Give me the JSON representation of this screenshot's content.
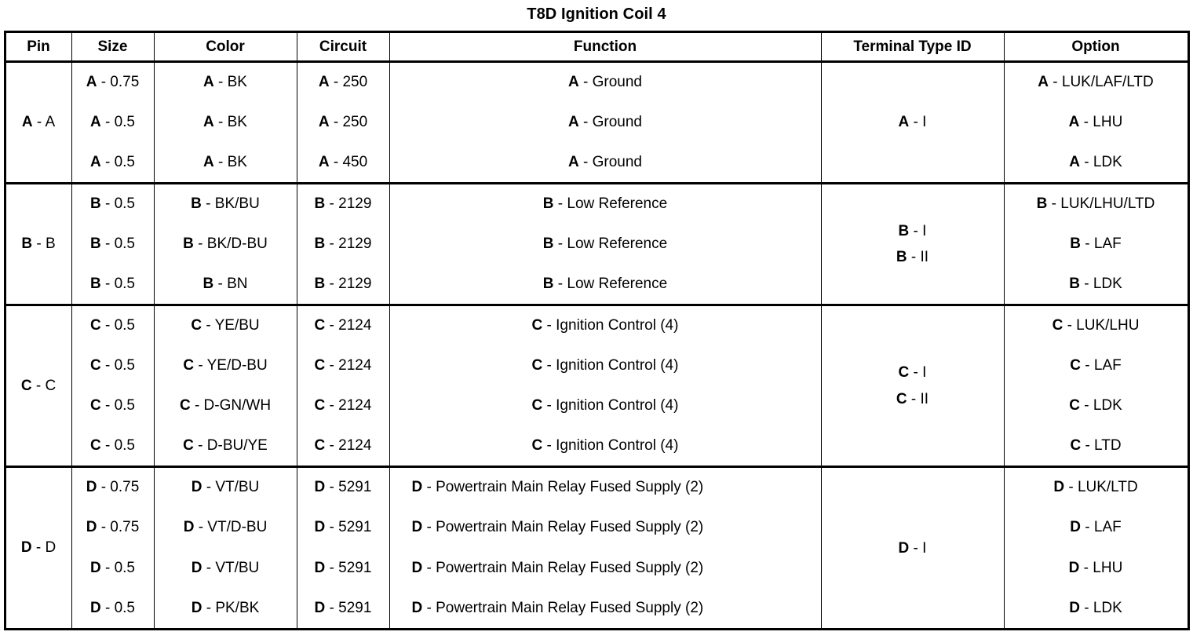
{
  "title": "T8D Ignition Coil 4",
  "table": {
    "columns": [
      {
        "key": "pin",
        "label": "Pin"
      },
      {
        "key": "size",
        "label": "Size"
      },
      {
        "key": "color",
        "label": "Color"
      },
      {
        "key": "circuit",
        "label": "Circuit"
      },
      {
        "key": "func",
        "label": "Function"
      },
      {
        "key": "term",
        "label": "Terminal Type ID"
      },
      {
        "key": "option",
        "label": "Option"
      }
    ],
    "groups": [
      {
        "prefix": "A",
        "pin": "A",
        "terminal_types": [
          "I"
        ],
        "function_align": "center",
        "rows": [
          {
            "size": "0.75",
            "color": "BK",
            "circuit": "250",
            "func": "Ground",
            "option": "LUK/LAF/LTD"
          },
          {
            "size": "0.5",
            "color": "BK",
            "circuit": "250",
            "func": "Ground",
            "option": "LHU"
          },
          {
            "size": "0.5",
            "color": "BK",
            "circuit": "450",
            "func": "Ground",
            "option": "LDK"
          }
        ]
      },
      {
        "prefix": "B",
        "pin": "B",
        "terminal_types": [
          "I",
          "II"
        ],
        "function_align": "center",
        "rows": [
          {
            "size": "0.5",
            "color": "BK/BU",
            "circuit": "2129",
            "func": "Low Reference",
            "option": "LUK/LHU/LTD"
          },
          {
            "size": "0.5",
            "color": "BK/D-BU",
            "circuit": "2129",
            "func": "Low Reference",
            "option": "LAF"
          },
          {
            "size": "0.5",
            "color": "BN",
            "circuit": "2129",
            "func": "Low Reference",
            "option": "LDK"
          }
        ]
      },
      {
        "prefix": "C",
        "pin": "C",
        "terminal_types": [
          "I",
          "II"
        ],
        "function_align": "center",
        "rows": [
          {
            "size": "0.5",
            "color": "YE/BU",
            "circuit": "2124",
            "func": "Ignition Control (4)",
            "option": "LUK/LHU"
          },
          {
            "size": "0.5",
            "color": "YE/D-BU",
            "circuit": "2124",
            "func": "Ignition Control (4)",
            "option": "LAF"
          },
          {
            "size": "0.5",
            "color": "D-GN/WH",
            "circuit": "2124",
            "func": "Ignition Control (4)",
            "option": "LDK"
          },
          {
            "size": "0.5",
            "color": "D-BU/YE",
            "circuit": "2124",
            "func": "Ignition Control (4)",
            "option": "LTD"
          }
        ]
      },
      {
        "prefix": "D",
        "pin": "D",
        "terminal_types": [
          "I"
        ],
        "function_align": "left",
        "rows": [
          {
            "size": "0.75",
            "color": "VT/BU",
            "circuit": "5291",
            "func": "Powertrain Main Relay Fused Supply (2)",
            "option": "LUK/LTD"
          },
          {
            "size": "0.75",
            "color": "VT/D-BU",
            "circuit": "5291",
            "func": "Powertrain Main Relay Fused Supply (2)",
            "option": "LAF"
          },
          {
            "size": "0.5",
            "color": "VT/BU",
            "circuit": "5291",
            "func": "Powertrain Main Relay Fused Supply (2)",
            "option": "LHU"
          },
          {
            "size": "0.5",
            "color": "PK/BK",
            "circuit": "5291",
            "func": "Powertrain Main Relay Fused Supply (2)",
            "option": "LDK"
          }
        ]
      }
    ],
    "separator": " - "
  }
}
